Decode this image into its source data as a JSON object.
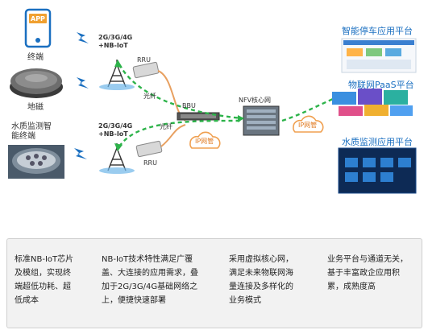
{
  "nodes": {
    "terminal": "终端",
    "app_badge": "APP",
    "geomagnetic": "地磁",
    "water_terminal": "水质监测智\n能终端",
    "radio_top": "2G/3G/4G\n+NB-IoT",
    "radio_bottom": "2G/3G/4G\n+NB-IoT",
    "rru_top": "RRU",
    "rru_bottom": "RRU",
    "fiber_top": "光纤",
    "fiber_bottom": "光纤",
    "bbu": "BBU",
    "core": "NFV核心网",
    "ip_left": "IP网管",
    "ip_right": "IP网管"
  },
  "platforms": {
    "parking": "智能停车应用平台",
    "paas": "物联网PaaS平台",
    "water": "水质监测应用平台"
  },
  "descriptions": [
    "标准NB-IoT芯片\n及模组，实现终\n端超低功耗、超\n低成本",
    "NB-IoT技术特性满足广覆\n盖、大连接的应用需求，叠\n加于2G/3G/4G基础网络之\n上，便捷快速部署",
    "采用虚拟核心网，\n满足未来物联网海\n量连接及多样化的\n业务模式",
    "业务平台与通道无关，\n基于丰富政企应用积\n累，成熟度高"
  ],
  "colors": {
    "accent_blue": "#1a6fc0",
    "arrow_green": "#2db34a",
    "fiber_orange": "#e8a060",
    "cloud_orange": "#f0a050"
  }
}
